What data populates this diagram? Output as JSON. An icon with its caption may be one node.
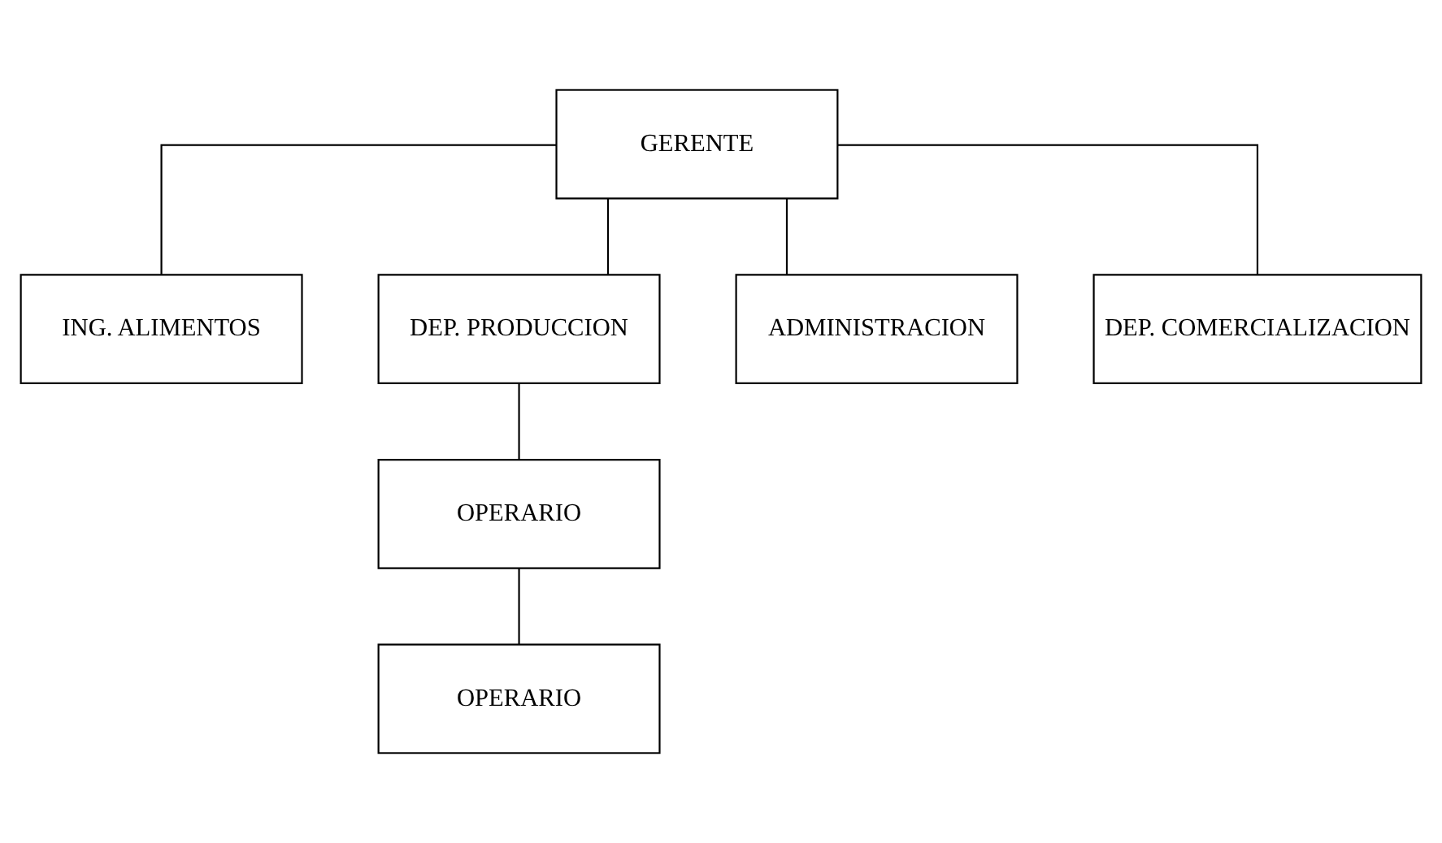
{
  "diagram": {
    "nodes": [
      {
        "text": [
          "GERENTE"
        ]
      },
      {
        "text": [
          "ING. ALIMENTOS"
        ]
      },
      {
        "text": [
          "DEP. PRODUCCION"
        ]
      },
      {
        "text": [
          "ADMINISTRACION"
        ]
      },
      {
        "text": [
          "DEP. COMERCIALIZACION"
        ]
      },
      {
        "text": [
          "OPERARIO"
        ]
      },
      {
        "text": [
          "OPERARIO"
        ]
      }
    ],
    "edges": [
      {
        "from": 0,
        "to": 1,
        "arrow": "none"
      },
      {
        "from": 0,
        "to": 2,
        "arrow": "none"
      },
      {
        "from": 0,
        "to": 3,
        "arrow": "none"
      },
      {
        "from": 0,
        "to": 4,
        "arrow": "none"
      },
      {
        "from": 2,
        "to": 5,
        "arrow": "none"
      },
      {
        "from": 5,
        "to": 6,
        "arrow": "none"
      }
    ]
  }
}
